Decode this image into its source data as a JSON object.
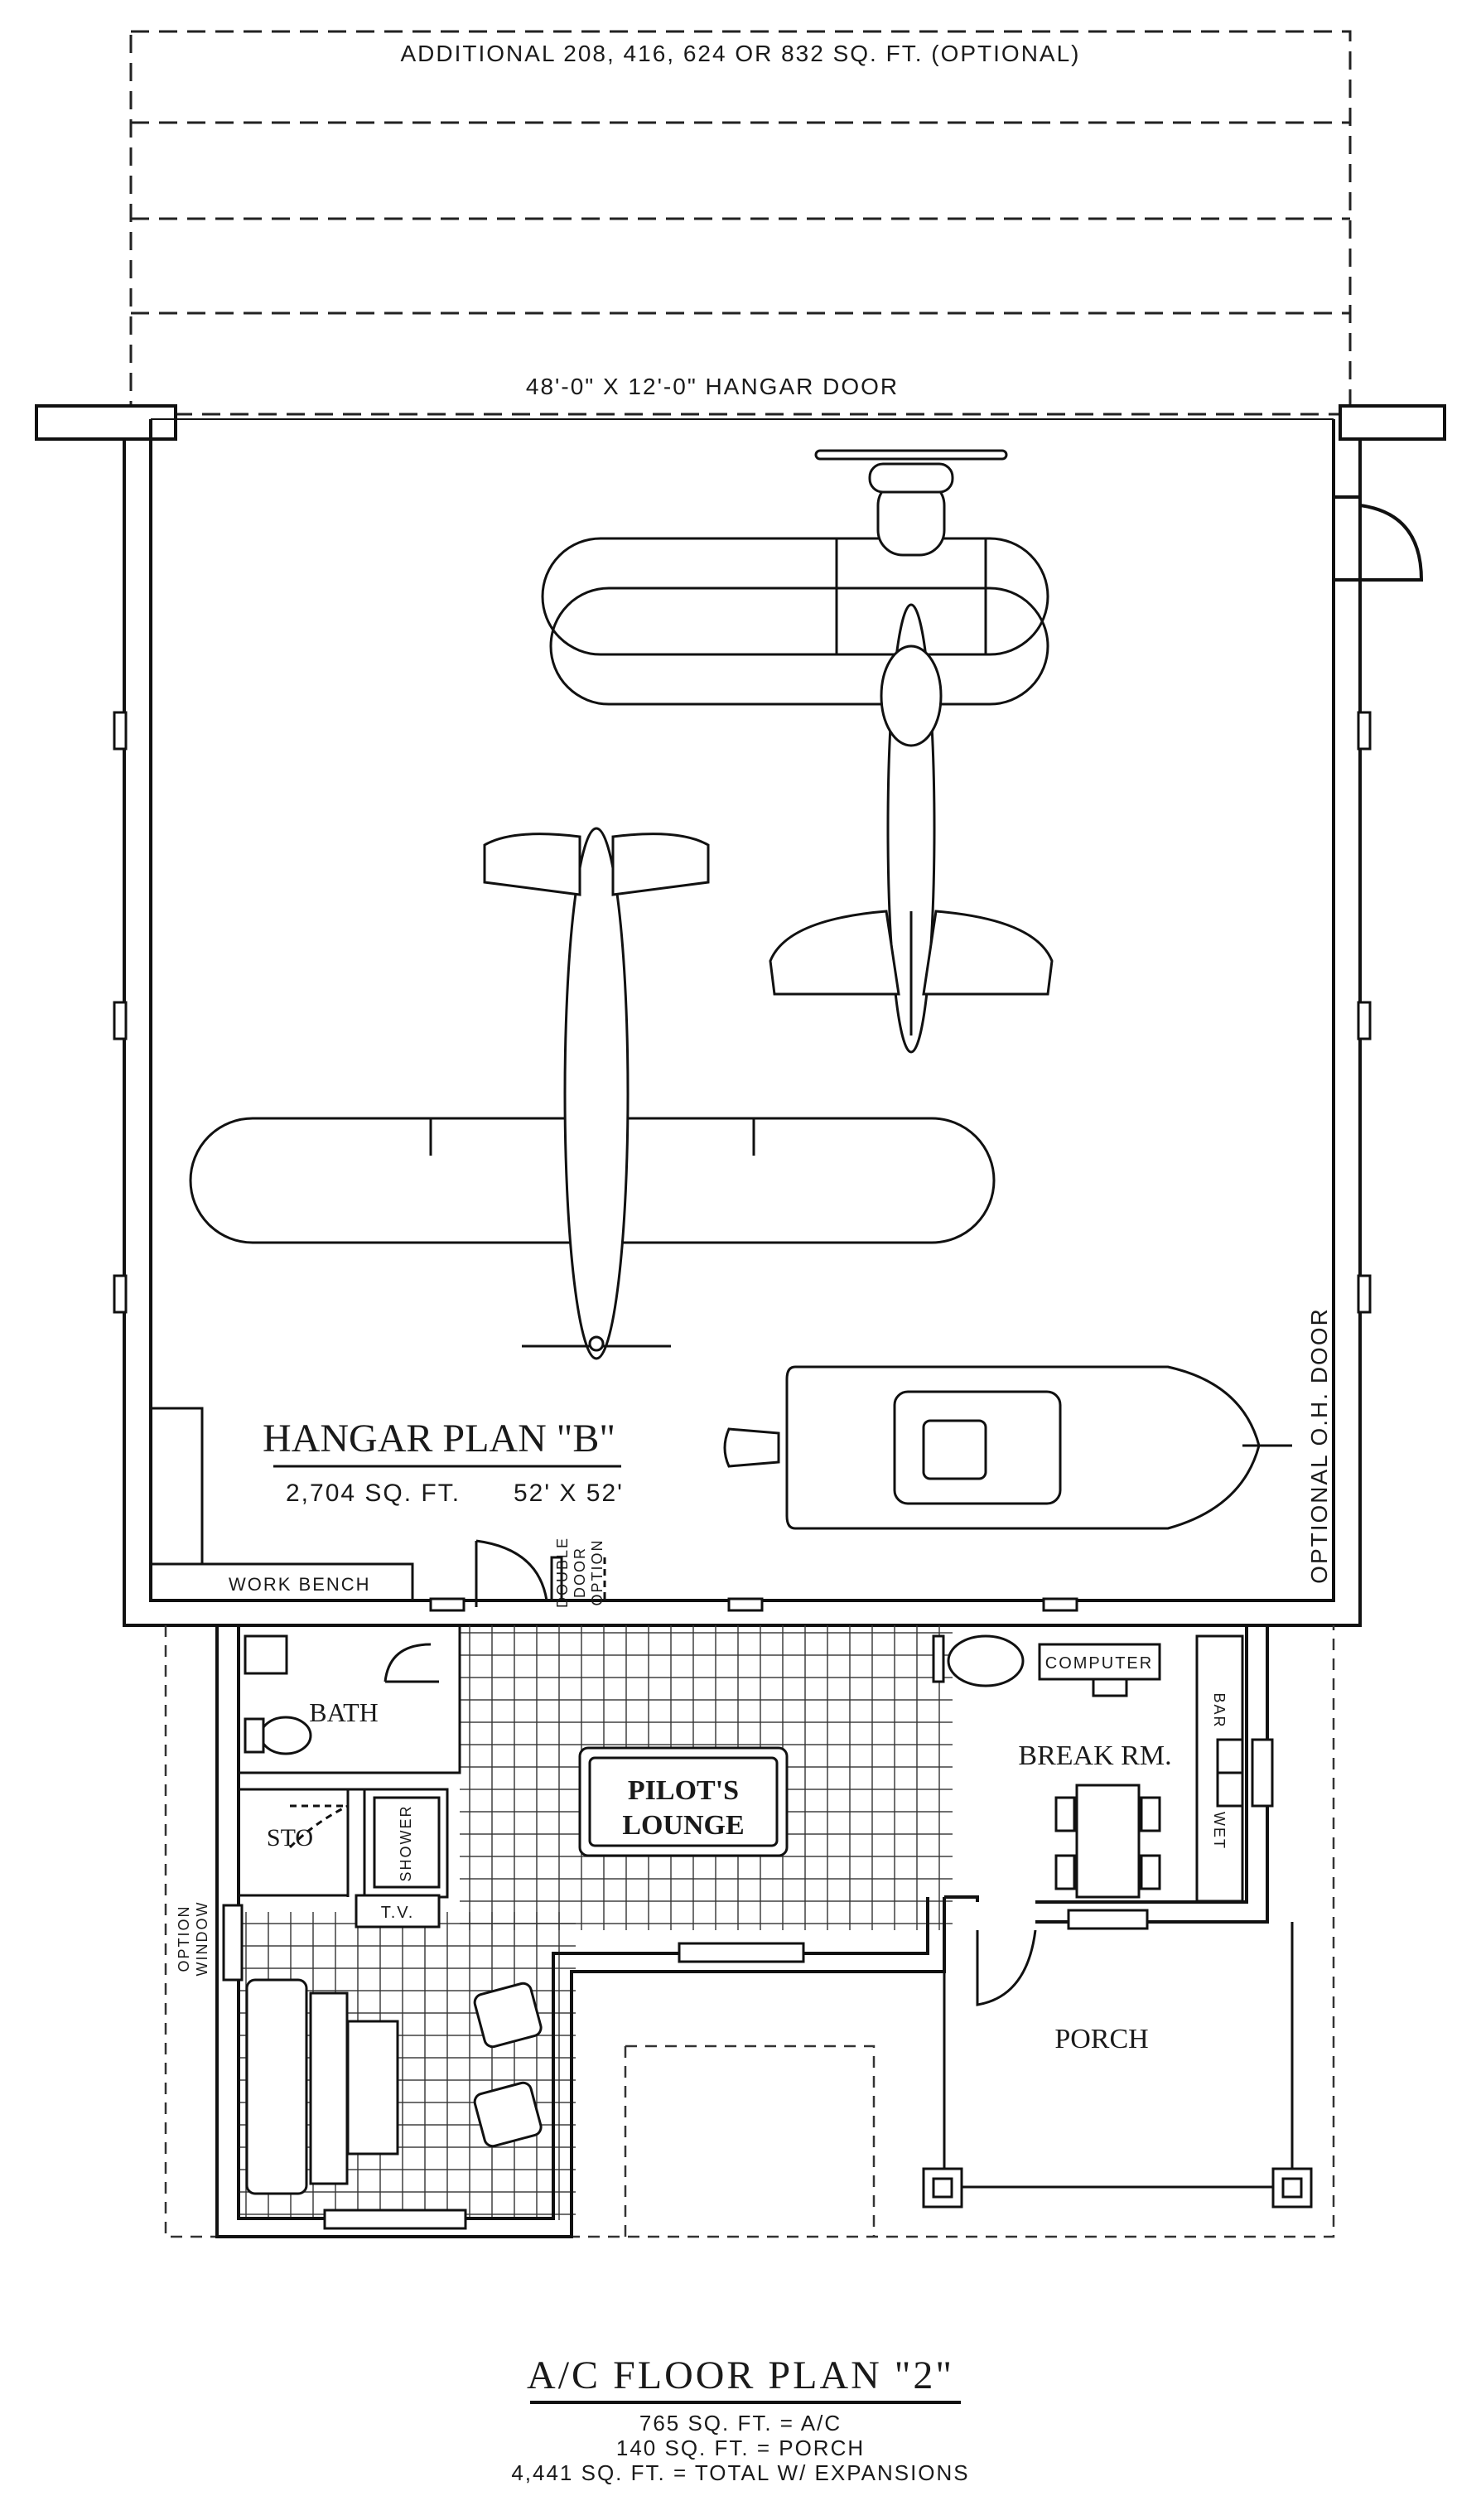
{
  "labels": {
    "additional": "ADDITIONAL 208, 416, 624 OR 832 SQ. FT. (OPTIONAL)",
    "hangar_door": "48'-0\" X 12'-0\" HANGAR DOOR",
    "hangar_title": "HANGAR PLAN \"B\"",
    "hangar_area": "2,704 SQ. FT.",
    "hangar_dims": "52' X 52'",
    "oh_door": "OPTIONAL O.H. DOOR",
    "work_bench": "WORK BENCH",
    "double_door_1": "DOUBLE",
    "double_door_2": "DOOR",
    "double_door_3": "OPTION",
    "bath": "BATH",
    "sto": "STO",
    "shower": "SHOWER",
    "pilots_lounge_1": "PILOT'S",
    "pilots_lounge_2": "LOUNGE",
    "computer": "COMPUTER",
    "break_rm": "BREAK RM.",
    "wet_bar_1": "WET",
    "wet_bar_2": "BAR",
    "tv": "T.V.",
    "option_window_1": "OPTION",
    "option_window_2": "WINDOW",
    "porch": "PORCH"
  },
  "footer": {
    "title": "A/C FLOOR PLAN \"2\"",
    "line1": "765 SQ. FT. = A/C",
    "line2": "140 SQ. FT. = PORCH",
    "line3": "4,441 SQ. FT. = TOTAL W/ EXPANSIONS"
  }
}
